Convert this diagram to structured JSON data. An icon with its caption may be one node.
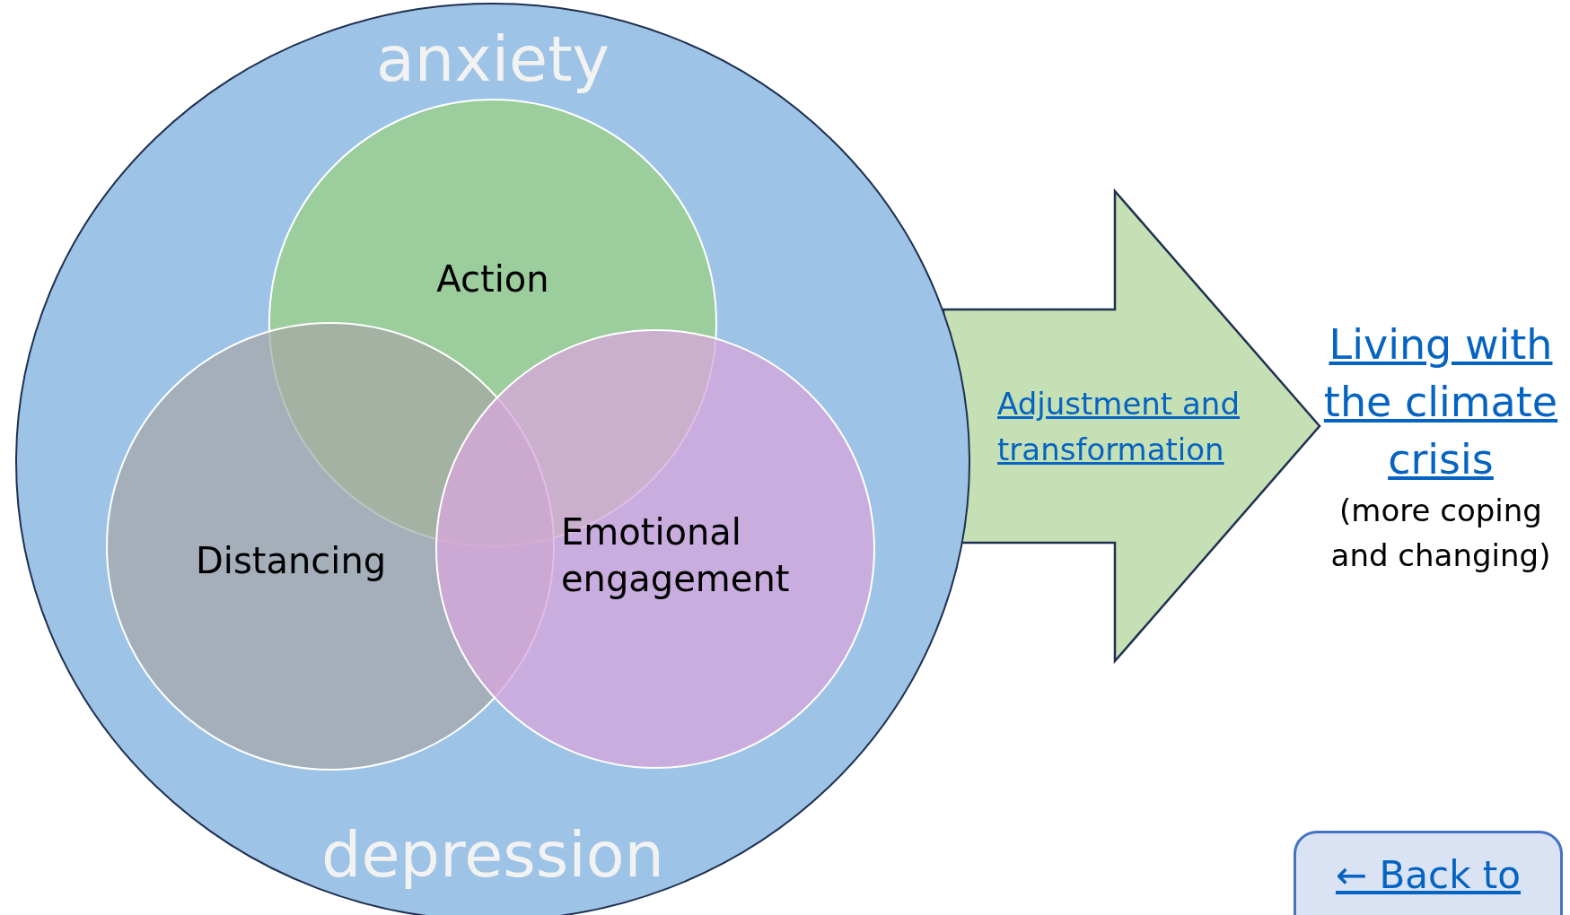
{
  "diagram": {
    "nodes": [
      {
        "text": [
          "anxiety",
          "depression"
        ]
      },
      {
        "text": [
          "Action"
        ],
        "in": 0
      },
      {
        "text": [
          "Distancing"
        ],
        "in": 0
      },
      {
        "text": [
          "Emotional engagement"
        ],
        "in": 0
      },
      {
        "text": [
          "Living with the climate crisis",
          "(more coping and changing)"
        ]
      },
      {
        "text": [
          "← Back to"
        ]
      }
    ],
    "edges": [
      {
        "from": 0,
        "to": 4,
        "arrow": "to",
        "label": "Adjustment and transformation"
      }
    ]
  }
}
